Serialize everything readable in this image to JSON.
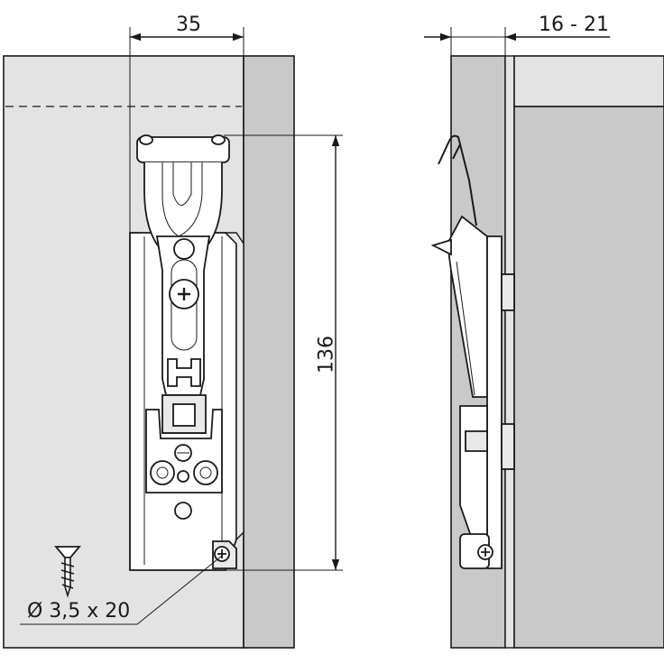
{
  "dimensions": {
    "width_label": "35",
    "offset_label": "16 - 21",
    "height_label": "136",
    "screw_label": "Ø 3,5 x 20"
  },
  "colors": {
    "panel_light": "#e3e3e3",
    "panel_edge": "#c9c9c9",
    "line": "#1a1a1a",
    "part_fill": "#ffffff"
  },
  "icons": {
    "screw": "countersunk-screw-icon",
    "hinge": "hinge-mechanism-drawing"
  }
}
